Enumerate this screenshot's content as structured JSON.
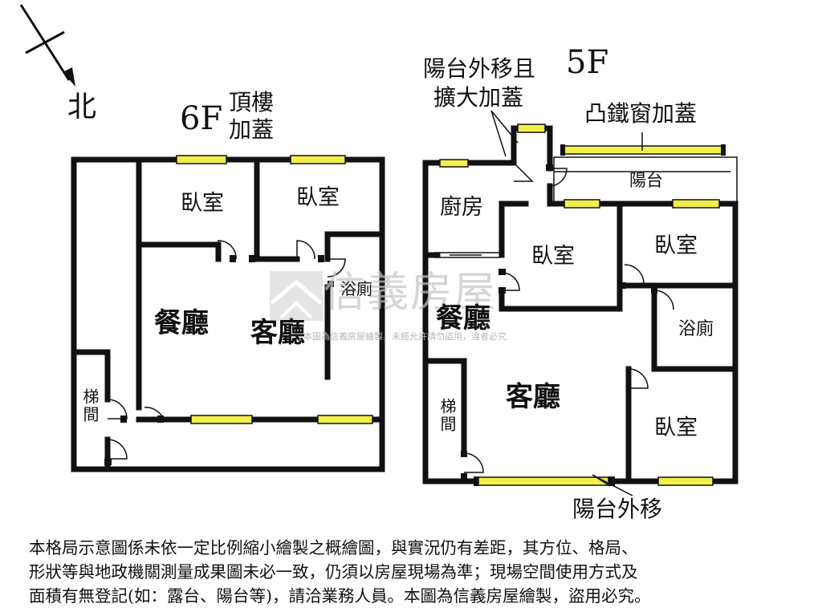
{
  "compass": {
    "label": "北"
  },
  "floor_6f": {
    "floor_label": "6F",
    "note": [
      "頂樓",
      "加蓋"
    ],
    "rooms": {
      "bedroom_left": "臥室",
      "bedroom_right": "臥室",
      "dining": "餐廳",
      "living": "客廳",
      "bathroom": "浴廁",
      "stairwell": "梯間"
    }
  },
  "floor_5f": {
    "floor_label": "5F",
    "note_balcony_ext": [
      "陽台外移且",
      "擴大加蓋"
    ],
    "note_bay_window": "凸鐵窗加蓋",
    "rooms": {
      "balcony": "陽台",
      "kitchen": "廚房",
      "bedroom_center": "臥室",
      "bedroom_right": "臥室",
      "dining": "餐廳",
      "bathroom": "浴廁",
      "stairwell": "梯間",
      "living": "客廳",
      "bedroom_lower": "臥室"
    },
    "note_bottom": "陽台外移"
  },
  "watermark": {
    "brand": "信義房屋",
    "small_text": "本圖為信義房屋繪製，未經允許請勿盜用，違者必究"
  },
  "disclaimer": [
    "本格局示意圖係未依一定比例縮小繪製之概繪圖，與實況仍有差距，其方位、格局、",
    "形狀等與地政機關測量成果圖未必一致，仍須以房屋現場為準；現場空間使用方式及",
    "面積有無登記(如：露台、陽台等)，請洽業務人員。本圖為信義房屋繪製，盜用必究。"
  ],
  "colors": {
    "wall": "#111111",
    "window": "#f2ef4a",
    "watermark": "#c8c8c8",
    "background": "#ffffff"
  }
}
